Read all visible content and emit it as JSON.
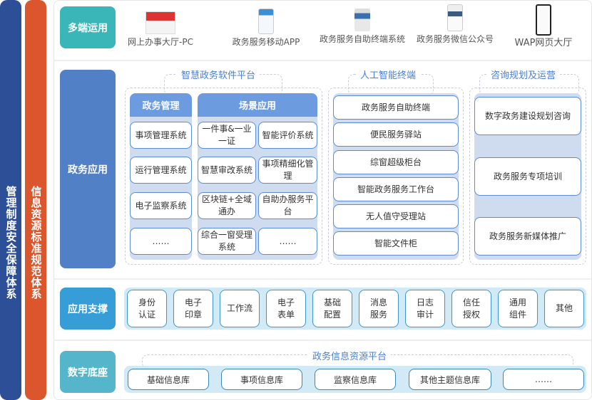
{
  "side_bars": {
    "management": "管理制度安全保障体系",
    "standards": "信息资源标准规范体系"
  },
  "rows": {
    "multi_terminal": {
      "label": "多端运用",
      "terminals": [
        "网上办事大厅-PC",
        "政务服务移动APP",
        "政务服务自助终端系统",
        "政务服务微信公众号",
        "WAP网页大厅"
      ]
    },
    "gov_app": {
      "label": "政务应用",
      "smart_platform": {
        "title": "智慧政务软件平台",
        "gov_mgmt": {
          "header": "政务管理",
          "items": [
            "事项管理系统",
            "运行管理系统",
            "电子监察系统",
            "……"
          ]
        },
        "scenario": {
          "header": "场景应用",
          "items": [
            "一件事&一业一证",
            "智能评价系统",
            "智慧审改系统",
            "事项精细化管理",
            "区块链+全域通办",
            "自助办服务平台",
            "综合一窗受理系统",
            "……"
          ]
        }
      },
      "ai_terminal": {
        "title": "人工智能终端",
        "items": [
          "政务服务自助终端",
          "便民服务驿站",
          "综窗超级柜台",
          "智能政务服务工作台",
          "无人值守受理站",
          "智能文件柜"
        ]
      },
      "consulting": {
        "title": "咨询规划及运营",
        "items": [
          "数字政务建设规划咨询",
          "政务服务专项培训",
          "政务服务新媒体推广"
        ]
      }
    },
    "support": {
      "label": "应用支撑",
      "items": [
        "身份认证",
        "电子印章",
        "工作流",
        "电子表单",
        "基础配置",
        "消息服务",
        "日志审计",
        "信任授权",
        "通用组件",
        "其他"
      ]
    },
    "foundation": {
      "label": "数字底座",
      "platform_title": "政务信息资源平台",
      "items": [
        "基础信息库",
        "事项信息库",
        "监察信息库",
        "其他主题信息库",
        "……"
      ]
    }
  },
  "colors": {
    "blue_bar": "#2c4f97",
    "orange_bar": "#dc562d",
    "teal": "#3ab6b9",
    "app_blue": "#5180c6",
    "support_blue": "#379dd6",
    "base_teal": "#55b6cb"
  }
}
